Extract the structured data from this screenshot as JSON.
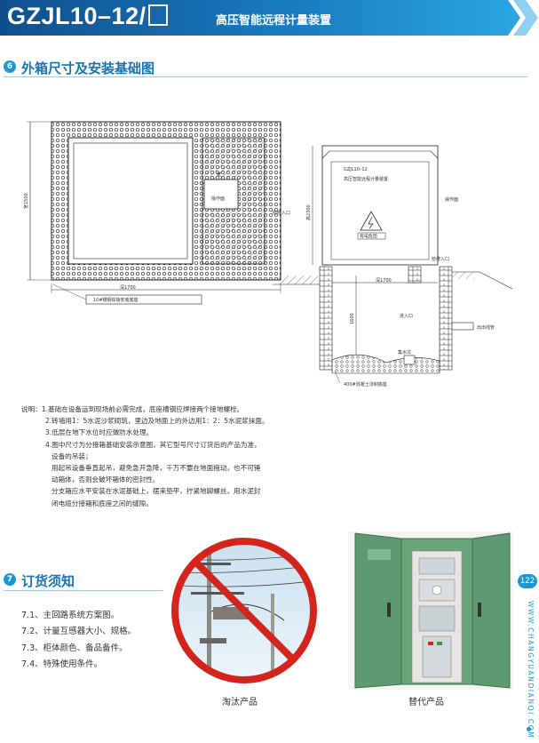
{
  "header": {
    "model": "GZJL10–12/",
    "subtitle": "高压智能远程计量装置"
  },
  "section6": {
    "number": "6",
    "title": "外箱尺寸及安装基础图"
  },
  "drawing_left": {
    "dim_height": "宽1500",
    "dim_width": "深1700",
    "base_label": "10#槽钢焊接安装底座",
    "window_label": "操作面",
    "top_mark": "宽"
  },
  "drawing_right": {
    "cabinet_line1": "GZJL10–12",
    "cabinet_line2": "高压智能远程计量装置",
    "warning_text": "有电危险",
    "dim_height": "高2300",
    "dim_width": "深1700",
    "depth": "1600",
    "callout_op": "操作面",
    "callout_cable_in": "检修入口",
    "callout_access": "检修入口",
    "callout_inlet": "进入口",
    "callout_outlet": "出出线管",
    "callout_water": "集水坑",
    "callout_gravel": "400#混凝土浇制底座"
  },
  "notes": {
    "prefix": "说明：",
    "items": [
      "1.基础在设备运到现场前必需完成，底座槽钢应焊接两个接地螺栓。",
      "2.砖墙用1：5水泥沙浆砌筑，里边及地面上的外边用1：2：5水泥浆抹面。",
      "3.低层在地下水位时应做防水处理。",
      "4.图中尺寸为分接箱基础安装示意图，其它型号尺寸订货后的产品为准，",
      "设备的吊装；",
      "用起吊设备垂直起吊，避免急开急降，千万不要在地面拖动，也不可锤",
      "动箱体，否则会破坏箱体的密封性。",
      "分支箱应水平安装在水泥基础上，摆来垫平，拧紧地脚螺丝，用水泥封",
      "闭电缆分接箱和底座之间的缝隙。"
    ]
  },
  "section7": {
    "number": "7",
    "title": "订货须知"
  },
  "orders": [
    "7.1、主回路系统方案图。",
    "7.2、计量互感器大小、规格。",
    "7.3、柜体颜色、备品备件。",
    "7.4、特殊使用条件。"
  ],
  "photos": {
    "left_caption": "淘汰产品",
    "right_caption": "替代产品"
  },
  "page": {
    "number": "122",
    "website": "WWW.CHANGYUANDIANQI.COM"
  },
  "colors": {
    "accent": "#1a97d4",
    "header_dark": "#135c9c",
    "cabinet_green": "#5e9a70",
    "prohibit_red": "#d4241c"
  }
}
